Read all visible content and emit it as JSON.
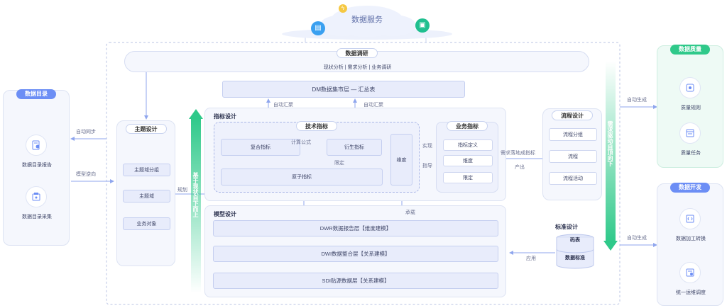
{
  "cloud": {
    "title": "数据服务"
  },
  "research": {
    "title": "数据调研",
    "subtitle": "现状分析 | 需求分析 | 业务调研"
  },
  "catalog": {
    "title": "数据目录",
    "items": [
      "数据目录报告",
      "数据目录采集"
    ],
    "sync_label": "自动同步",
    "reverse_label": "模型逆向"
  },
  "subject": {
    "title": "主题设计",
    "items": [
      "主题域分组",
      "主题域",
      "业务对象"
    ],
    "plan_label": "规划"
  },
  "bottom_up": "基于现状自下而上",
  "top_down": "需求驱动自顶向下",
  "dm_layer": "DM数据集市层 — 汇总表",
  "indicator": {
    "title": "指标设计",
    "auto_label_1": "自动汇聚",
    "auto_label_2": "自动汇聚",
    "tech": {
      "title": "技术指标",
      "composite": "复合指标",
      "derived": "衍生指标",
      "atomic": "原子指标",
      "formula_label": "计算公式",
      "limit_label": "限定",
      "dimension": "维度"
    },
    "business": {
      "title": "业务指标",
      "items": [
        "指标定义",
        "维度",
        "限定"
      ]
    },
    "implement_label": "实现",
    "guide_label": "指导"
  },
  "process": {
    "title": "流程设计",
    "items": [
      "流程分组",
      "流程",
      "流程活动"
    ],
    "output_label_1": "需求落地成指标",
    "output_label_2": "产出"
  },
  "model": {
    "title": "模型设计",
    "inherit_label": "承载",
    "layers": [
      "DWR数据报告层【维度建模】",
      "DWI数据整合层【关系建模】",
      "SDI贴源数据层【关系建模】"
    ]
  },
  "standard": {
    "title": "标准设计",
    "code": "码表",
    "std": "数据标准",
    "apply_label": "应用"
  },
  "quality": {
    "title": "数据质量",
    "items": [
      "质量规则",
      "质量任务"
    ],
    "auto_label": "自动生成"
  },
  "dev": {
    "title": "数据开发",
    "items": [
      "数据加工转换",
      "统一运维调度"
    ],
    "auto_label": "自动生成"
  },
  "colors": {
    "accent": "#6c8ef5",
    "green": "#2fc98a",
    "panel": "#f5f7fd"
  }
}
